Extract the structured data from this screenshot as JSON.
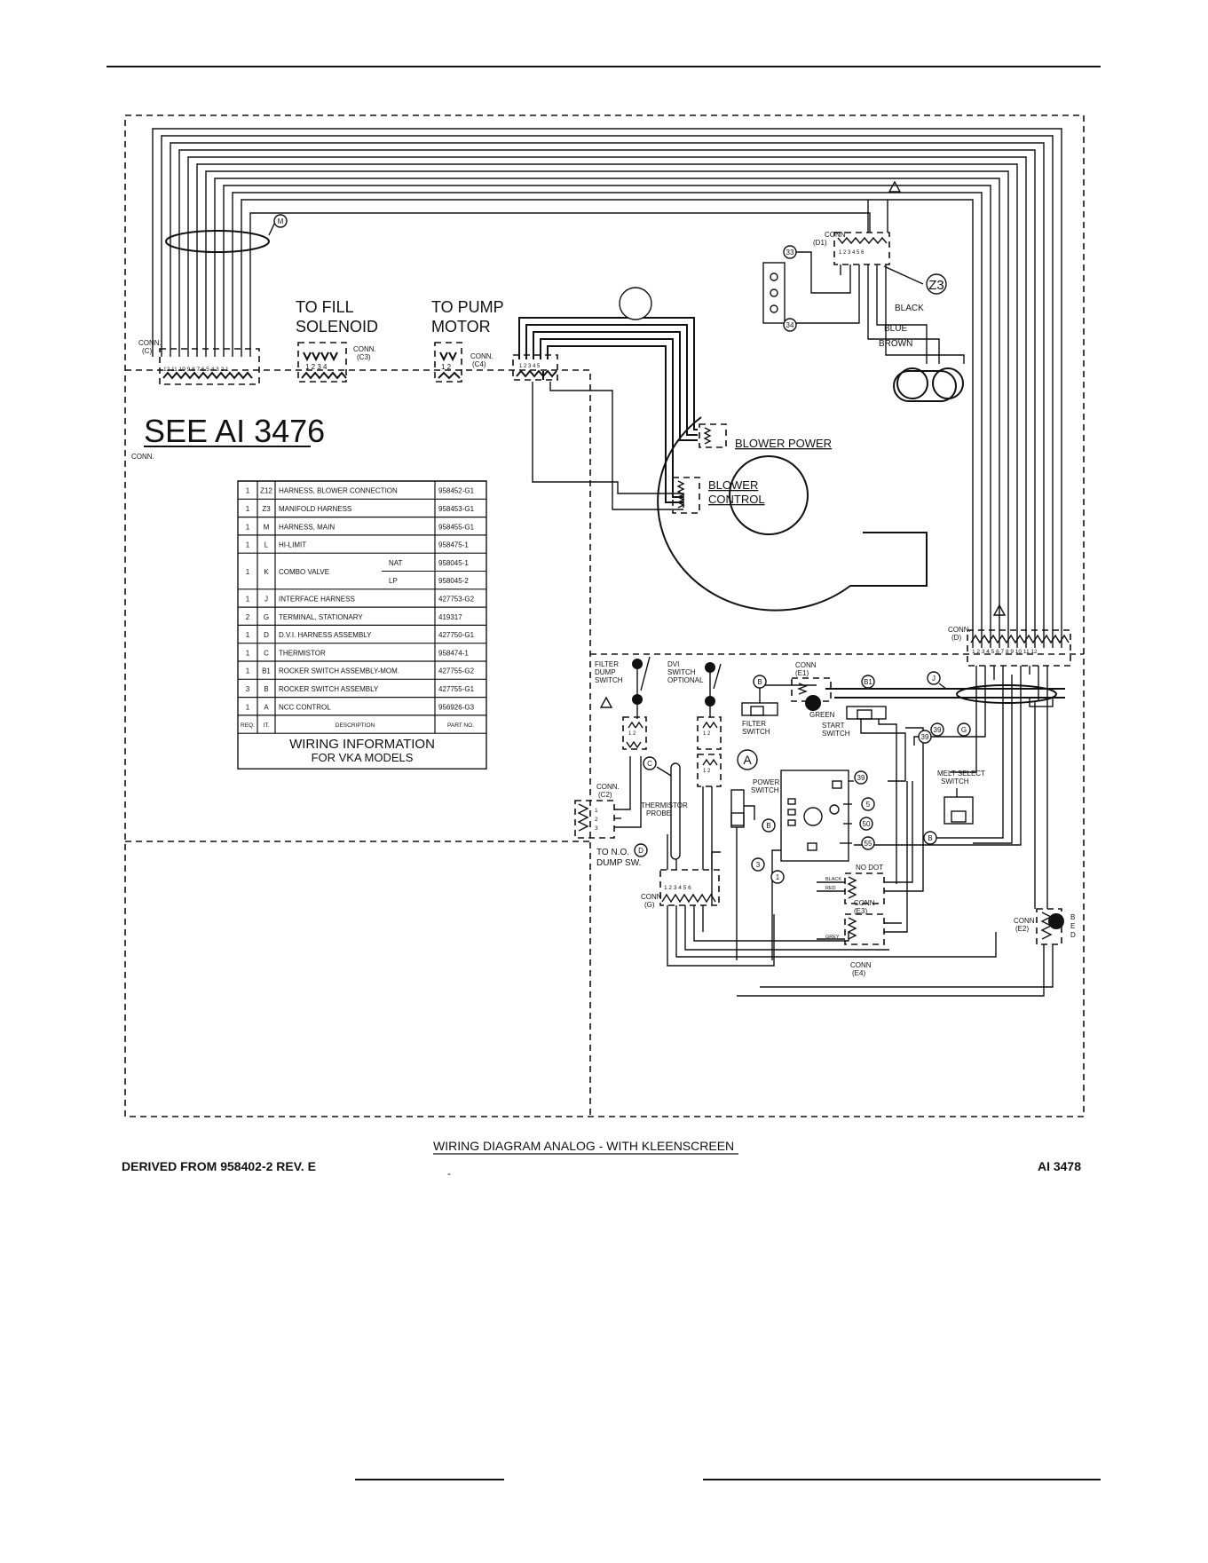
{
  "diagram": {
    "see_ref": "SEE AI 3476",
    "caption": "WIRING DIAGRAM ANALOG - WITH KLEENSCREEN",
    "derived_from": "DERIVED FROM 958402-2 REV. E",
    "doc_id": "AI 3478",
    "dash_mark": "-",
    "targets": {
      "fill_solenoid_1": "TO FILL",
      "fill_solenoid_2": "SOLENOID",
      "pump_motor_1": "TO PUMP",
      "pump_motor_2": "MOTOR",
      "dump_sw_1": "TO N.O.",
      "dump_sw_2": "DUMP SW."
    },
    "labels": {
      "conn": "CONN.",
      "conn_plain": "CONN",
      "conn_c": "(C)",
      "conn_c3": "(C3)",
      "conn_c4": "(C4)",
      "conn_c2": "(C2)",
      "conn_d": "(D)",
      "conn_d1": "(D1)",
      "conn_e1": "(E1)",
      "conn_e2": "(E2)",
      "conn_e3": "(E3)",
      "conn_e4": "(E4)",
      "conn_g": "(G)",
      "blower_power": "BLOWER POWER",
      "blower_control_1": "BLOWER",
      "blower_control_2": "CONTROL",
      "black": "BLACK",
      "blue": "BLUE",
      "brown": "BROWN",
      "red": "RED",
      "grey": "GREY",
      "green": "GREEN",
      "no_dot": "NO DOT",
      "filter_dump_switch_1": "FILTER",
      "filter_dump_switch_2": "DUMP",
      "filter_dump_switch_3": "SWITCH",
      "dvi_switch_1": "DVI",
      "dvi_switch_2": "SWITCH",
      "dvi_switch_3": "OPTIONAL",
      "filter_switch_1": "FILTER",
      "filter_switch_2": "SWITCH",
      "start_switch_1": "START",
      "start_switch_2": "SWITCH",
      "power_switch_1": "POWER",
      "power_switch_2": "SWITCH",
      "melt_select_1": "MELT SELECT",
      "melt_select_2": "SWITCH",
      "thermistor_1": "THERMISTOR",
      "thermistor_2": "PROBE",
      "pin_nums_c": "12 11 10 9 8 7 6 5 4 3 2 1",
      "pin_nums_4": "1 2 3 4",
      "pin_nums_2": "1 2",
      "pin_nums_3": "1 2 3",
      "pin_nums_5": "1 2 3 4 5",
      "pin_nums_6": "1 2 3 4 5 6",
      "pin_nums_12": "1 2 3 4 5 6 7 8 9 10 11 12",
      "e2_letters": "B\nE\nD"
    },
    "callouts": {
      "m": "M",
      "z3": "Z3",
      "a": "A",
      "b": "B",
      "b1": "B1",
      "c": "C",
      "d": "D",
      "g": "G",
      "j": "J",
      "n1": "1",
      "n3": "3",
      "n5": "5",
      "n33": "33",
      "n34": "34",
      "n39": "39",
      "n50": "50",
      "n55": "55"
    }
  },
  "parts_table": {
    "title_1": "WIRING INFORMATION",
    "title_2": "FOR VKA MODELS",
    "headers": {
      "req": "REQ.",
      "it": "IT.",
      "description": "DESCRIPTION",
      "part_no": "PART NO."
    },
    "rows": [
      {
        "req": "1",
        "it": "Z12",
        "description": "HARNESS, BLOWER CONNECTION",
        "part_no": "958452-G1"
      },
      {
        "req": "1",
        "it": "Z3",
        "description": "MANIFOLD HARNESS",
        "part_no": "958453-G1"
      },
      {
        "req": "1",
        "it": "M",
        "description": "HARNESS, MAIN",
        "part_no": "958455-G1"
      },
      {
        "req": "1",
        "it": "L",
        "description": "HI-LIMIT",
        "part_no": "958475-1"
      },
      {
        "req": "1",
        "it": "K",
        "description": "COMBO VALVE",
        "sub": [
          {
            "variant": "NAT",
            "part_no": "958045-1"
          },
          {
            "variant": "LP",
            "part_no": "958045-2"
          }
        ]
      },
      {
        "req": "1",
        "it": "J",
        "description": "INTERFACE HARNESS",
        "part_no": "427753-G2"
      },
      {
        "req": "2",
        "it": "G",
        "description": "TERMINAL, STATIONARY",
        "part_no": "419317"
      },
      {
        "req": "1",
        "it": "D",
        "description": "D.V.I. HARNESS ASSEMBLY",
        "part_no": "427750-G1"
      },
      {
        "req": "1",
        "it": "C",
        "description": "THERMISTOR",
        "part_no": "958474-1"
      },
      {
        "req": "1",
        "it": "B1",
        "description": "ROCKER SWITCH ASSEMBLY-MOM.",
        "part_no": "427755-G2"
      },
      {
        "req": "3",
        "it": "B",
        "description": "ROCKER SWITCH ASSEMBLY",
        "part_no": "427755-G1"
      },
      {
        "req": "1",
        "it": "A",
        "description": "NCC CONTROL",
        "part_no": "956926-G3"
      }
    ]
  }
}
